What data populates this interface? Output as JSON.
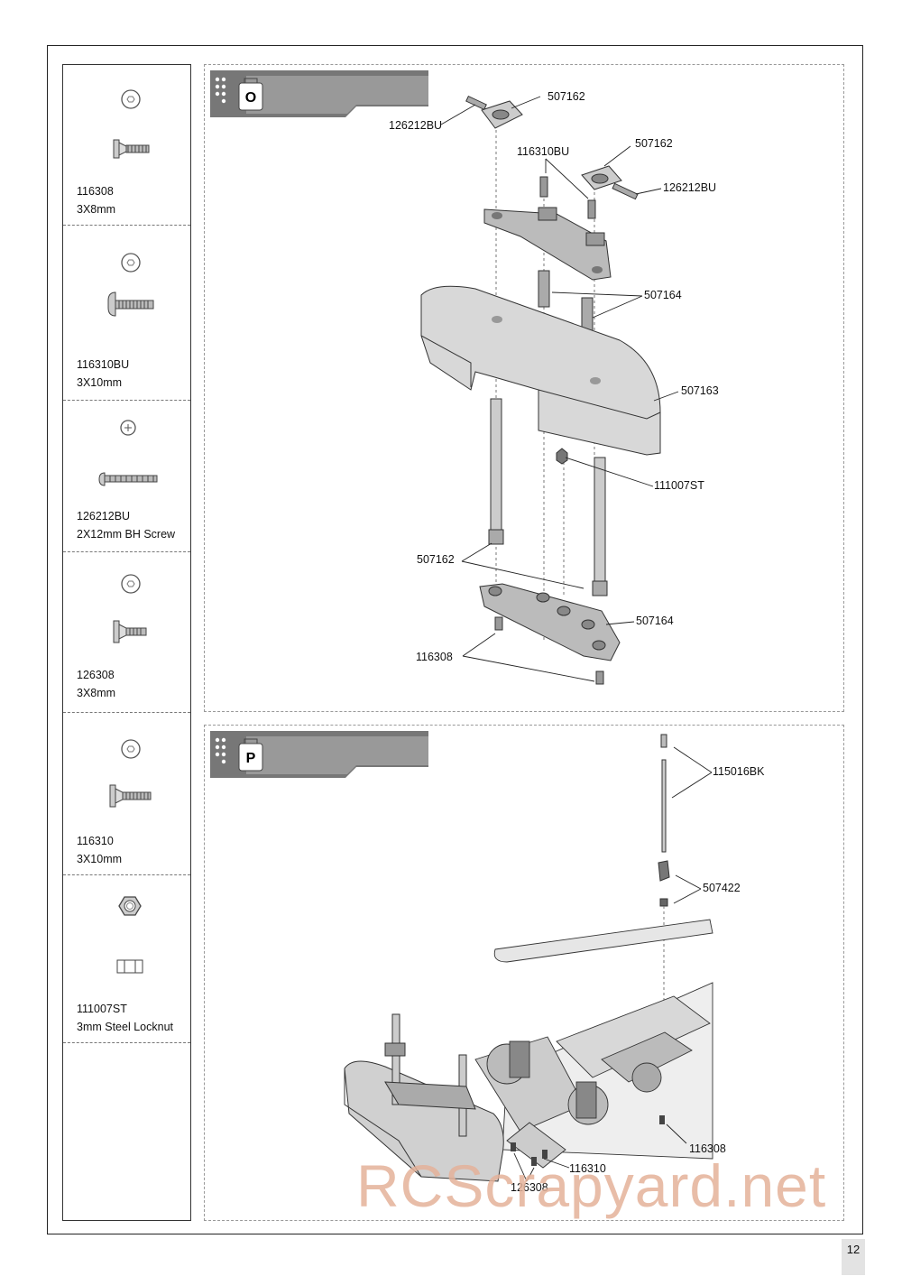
{
  "parts": [
    {
      "code": "116308",
      "size": "3X8mm",
      "type": "flat-head"
    },
    {
      "code": "116310BU",
      "size": "3X10mm",
      "type": "button-head"
    },
    {
      "code": "126212BU",
      "size": "2X12mm BH Screw",
      "type": "button-head-small"
    },
    {
      "code": "126308",
      "size": "3X8mm",
      "type": "flat-head-short"
    },
    {
      "code": "116310",
      "size": "3X10mm",
      "type": "flat-head-long"
    },
    {
      "code": "111007ST",
      "size": "3mm Steel Locknut",
      "type": "locknut"
    }
  ],
  "step_o": {
    "letter": "O",
    "callouts": {
      "c1": "507162",
      "c2": "126212BU",
      "c3": "116310BU",
      "c4": "507162",
      "c5": "126212BU",
      "c6": "507164",
      "c7": "507163",
      "c8": "111007ST",
      "c9": "507162",
      "c10": "507164",
      "c11": "116308"
    }
  },
  "step_p": {
    "letter": "P",
    "callouts": {
      "c1": "115016BK",
      "c2": "507422",
      "c3": "116308",
      "c4": "116310",
      "c5": "126308"
    }
  },
  "page_number": "12",
  "watermark": "RCScrapyard.net"
}
